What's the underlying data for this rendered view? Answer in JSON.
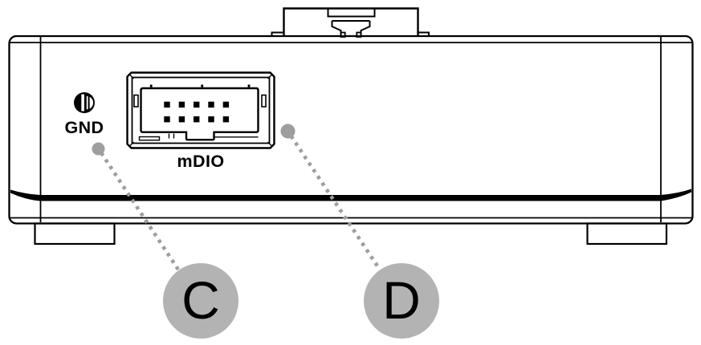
{
  "figure": {
    "kind": "hardware-panel-diagram",
    "background": "#ffffff",
    "line_color": "#000000"
  },
  "device": {
    "port_labels": {
      "gnd": "GND",
      "mdio": "mDIO"
    }
  },
  "callouts": {
    "fill": "#b3b3b3",
    "leader_color": "#9e9e9e",
    "items": [
      {
        "letter": "C",
        "points_to": "GND grounding screw"
      },
      {
        "letter": "D",
        "points_to": "mDIO connector"
      }
    ]
  }
}
